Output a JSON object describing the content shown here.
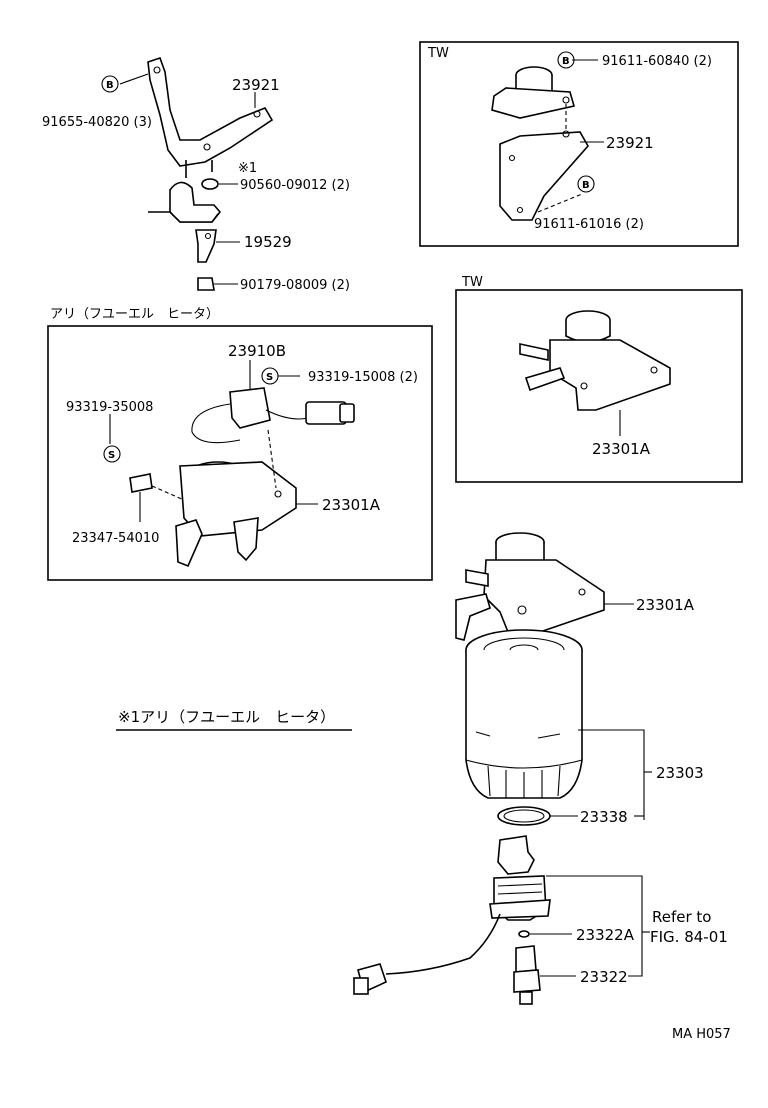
{
  "labels": {
    "p23921_top": "23921",
    "p91655": "91655-40820 (3)",
    "note1_marker": "※1",
    "p90560": "90560-09012 (2)",
    "p19529": "19529",
    "p90179": "90179-08009 (2)",
    "tw1_title": "TW",
    "p91611_60840": "91611-60840 (2)",
    "p23921_tw": "23921",
    "p91611_61016": "91611-61016 (2)",
    "tw2_title": "TW",
    "p23301A_tw": "23301A",
    "heater_title": "アリ（フユーエル　ヒータ）",
    "p23910B": "23910B",
    "p93319_15008": "93319-15008 (2)",
    "p93319_35008": "93319-35008",
    "p23301A_heater": "23301A",
    "p23347": "23347-54010",
    "note1_text": "※1アリ（フユーエル　ヒータ）",
    "p23301A_main": "23301A",
    "p23303": "23303",
    "p23338": "23338",
    "refer_line1": "Refer to",
    "refer_line2": "FIG. 84-01",
    "p23322A": "23322A",
    "p23322": "23322",
    "fig_code": "MA H057"
  },
  "badges": {
    "b": "B",
    "s": "S"
  }
}
